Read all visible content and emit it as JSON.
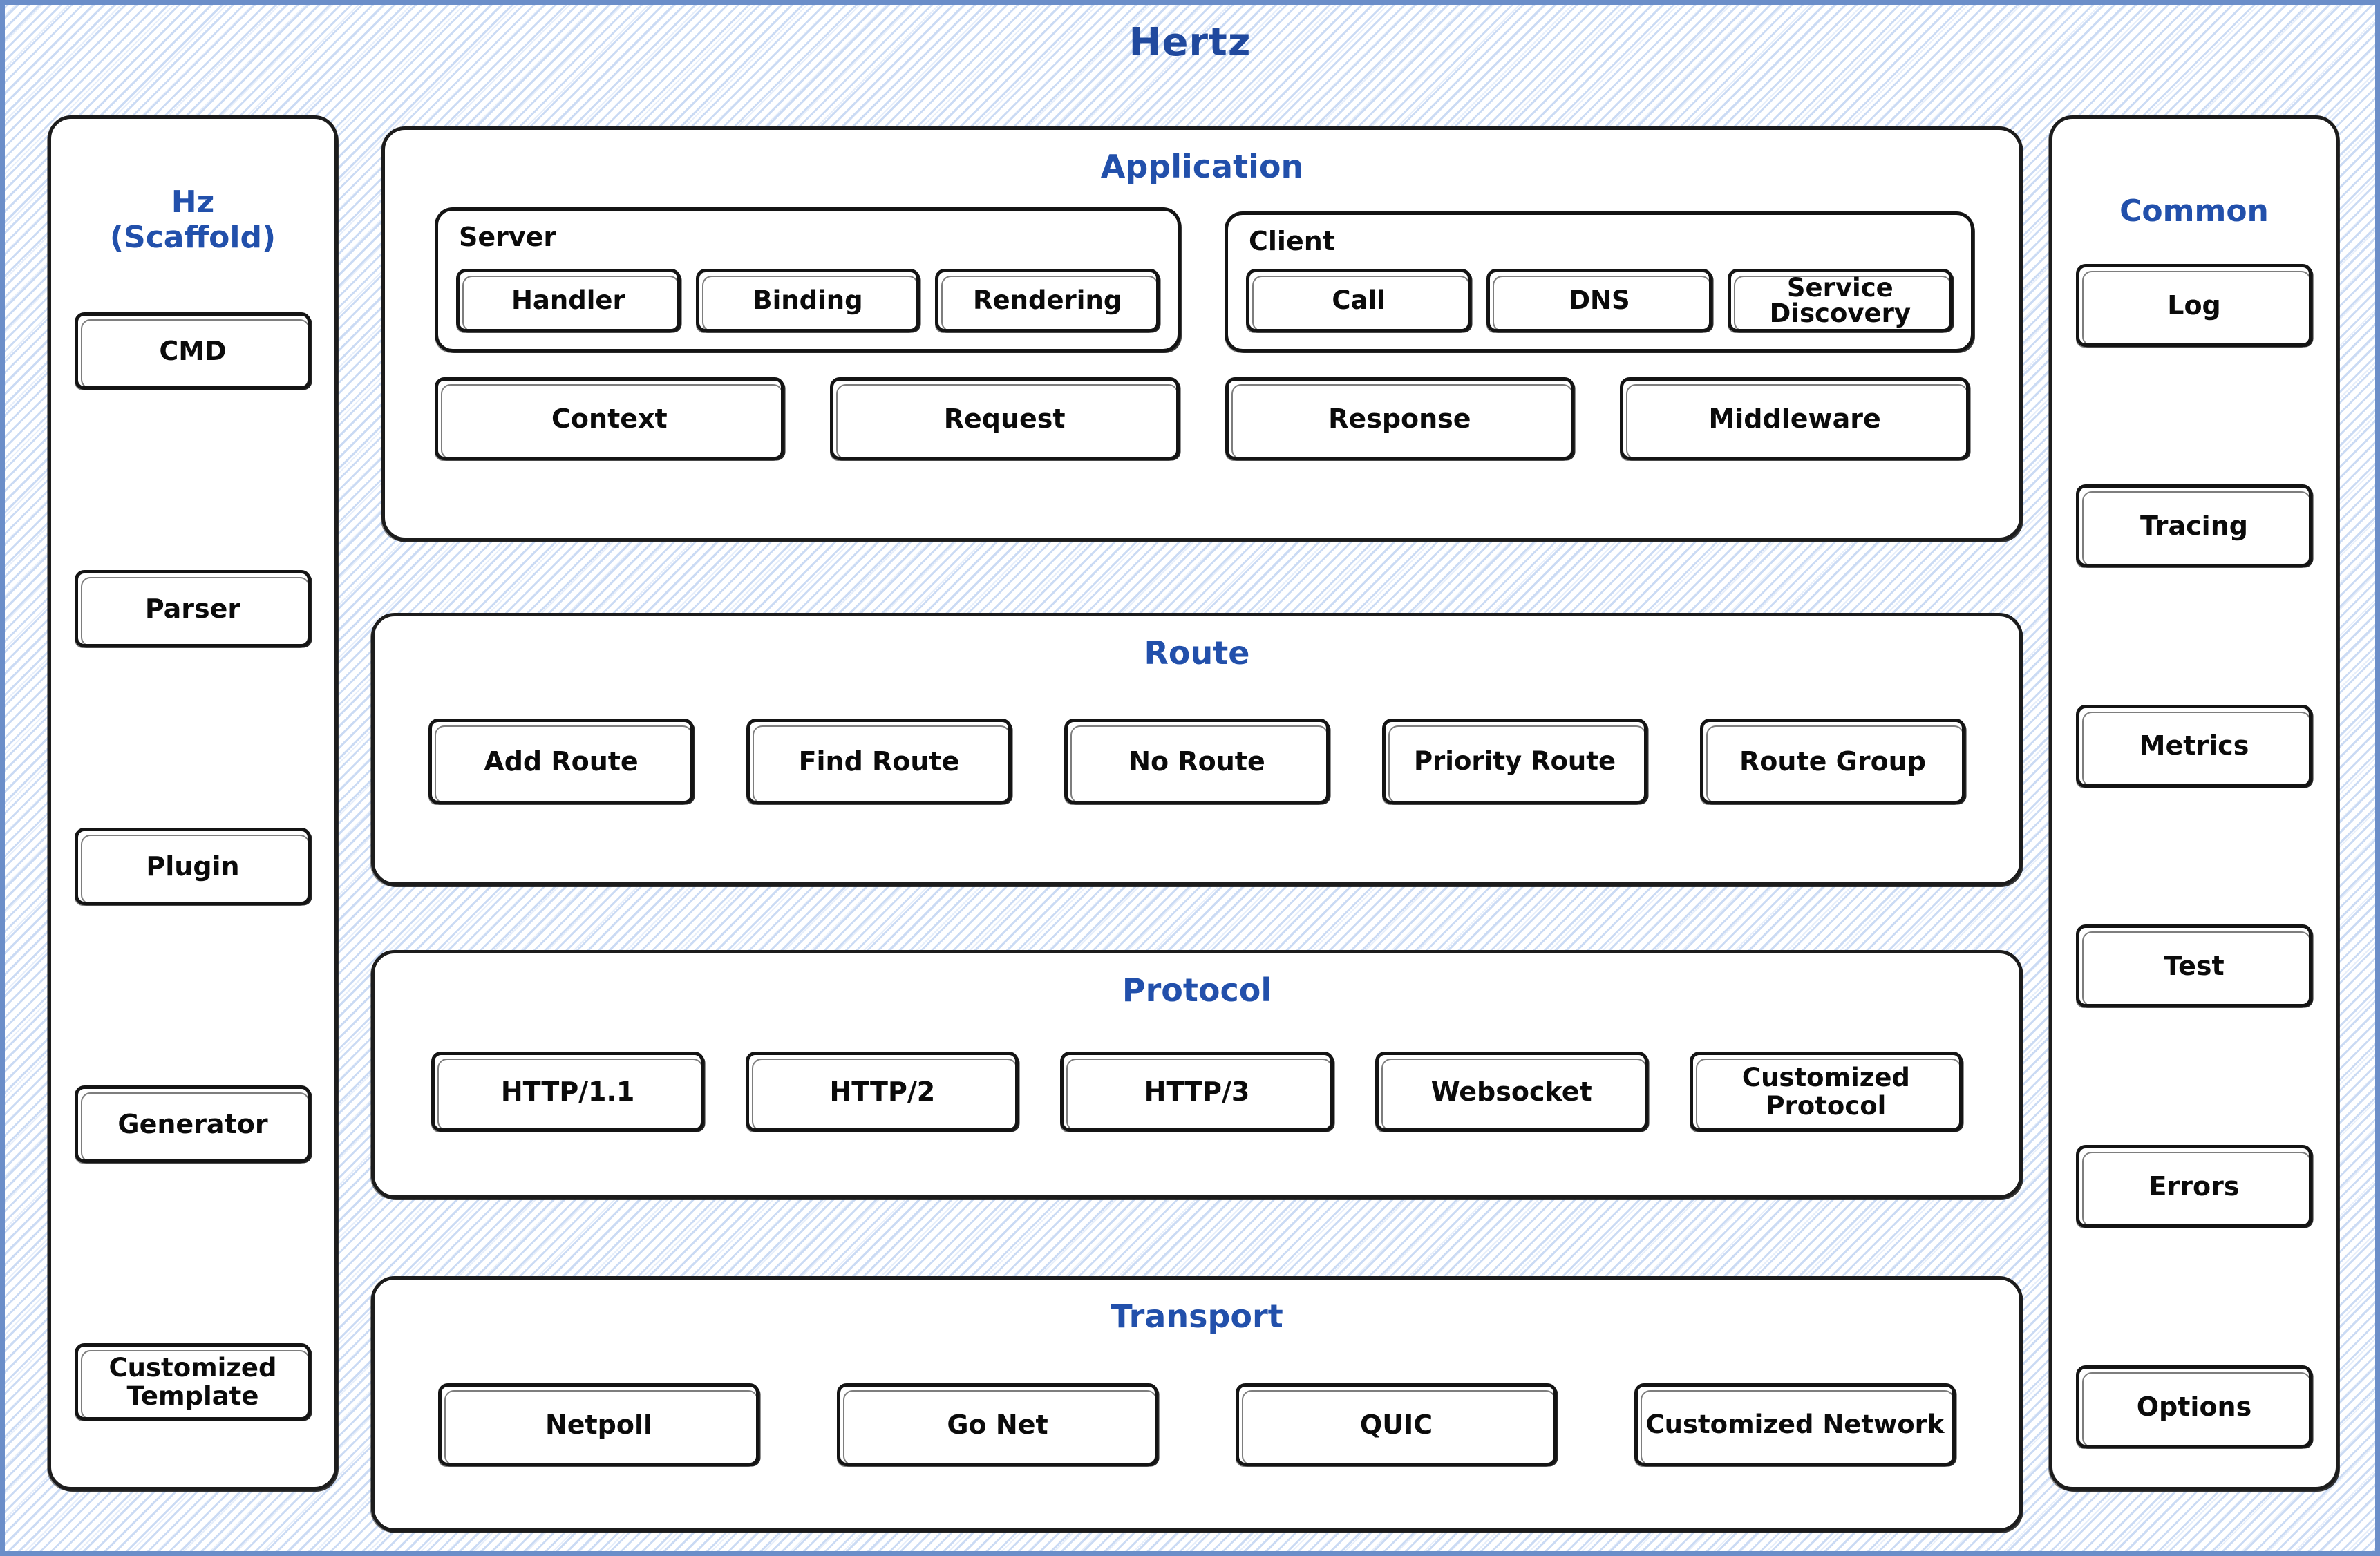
{
  "title": "Hertz",
  "theme": {
    "accent": "#2250ab",
    "title_color": "#20499e",
    "frame_border": "#6b8ec9",
    "hatch_color": "#c8d9f3",
    "stroke": "#141414",
    "surface": "#ffffff"
  },
  "scaffold": {
    "title_line1": "Hz",
    "title_line2": "(Scaffold)",
    "items": [
      {
        "label": "CMD"
      },
      {
        "label": "Parser"
      },
      {
        "label": "Plugin"
      },
      {
        "label": "Generator"
      },
      {
        "label": "Customized Template"
      }
    ]
  },
  "common": {
    "title": "Common",
    "items": [
      {
        "label": "Log"
      },
      {
        "label": "Tracing"
      },
      {
        "label": "Metrics"
      },
      {
        "label": "Test"
      },
      {
        "label": "Errors"
      },
      {
        "label": "Options"
      }
    ]
  },
  "layers": [
    {
      "id": "application",
      "title": "Application",
      "subgroups": [
        {
          "id": "server",
          "label": "Server",
          "items": [
            "Handler",
            "Binding",
            "Rendering"
          ]
        },
        {
          "id": "client",
          "label": "Client",
          "items": [
            "Call",
            "DNS",
            "Service Discovery"
          ]
        }
      ],
      "items": [
        "Context",
        "Request",
        "Response",
        "Middleware"
      ]
    },
    {
      "id": "route",
      "title": "Route",
      "items": [
        "Add Route",
        "Find Route",
        "No Route",
        "Priority Route",
        "Route Group"
      ]
    },
    {
      "id": "protocol",
      "title": "Protocol",
      "items": [
        "HTTP/1.1",
        "HTTP/2",
        "HTTP/3",
        "Websocket",
        "Customized Protocol"
      ]
    },
    {
      "id": "transport",
      "title": "Transport",
      "items": [
        "Netpoll",
        "Go Net",
        "QUIC",
        "Customized Network"
      ]
    }
  ]
}
